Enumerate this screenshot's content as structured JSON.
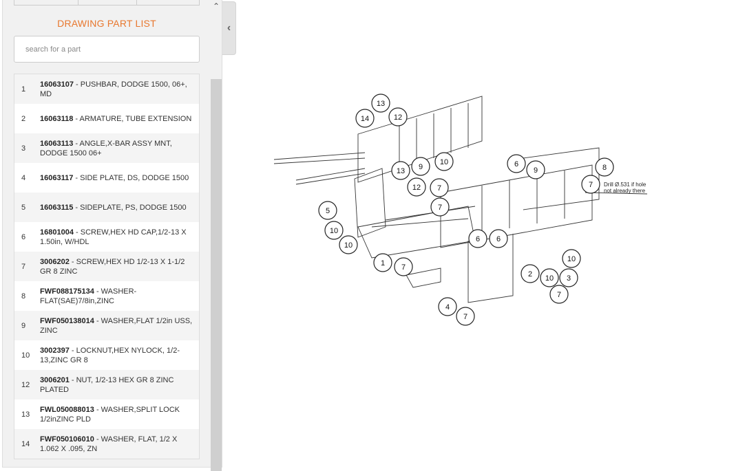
{
  "sidebar": {
    "title": "DRAWING PART LIST",
    "search_placeholder": "search for a part",
    "parts": [
      {
        "no": "1",
        "part": "16063107",
        "desc": " - PUSHBAR, DODGE 1500, 06+, MD"
      },
      {
        "no": "2",
        "part": "16063118",
        "desc": " - ARMATURE, TUBE EXTENSION"
      },
      {
        "no": "3",
        "part": "16063113",
        "desc": " - ANGLE,X-BAR ASSY MNT, DODGE 1500 06+"
      },
      {
        "no": "4",
        "part": "16063117",
        "desc": " - SIDE PLATE, DS, DODGE 1500"
      },
      {
        "no": "5",
        "part": "16063115",
        "desc": " - SIDEPLATE, PS, DODGE 1500"
      },
      {
        "no": "6",
        "part": "16801004",
        "desc": " - SCREW,HEX HD CAP,1/2-13 X 1.50in, W/HDL"
      },
      {
        "no": "7",
        "part": "3006202",
        "desc": " - SCREW,HEX HD 1/2-13 X 1-1/2 GR 8 ZINC"
      },
      {
        "no": "8",
        "part": "FWF088175134",
        "desc": " - WASHER-FLAT(SAE)7/8in,ZINC"
      },
      {
        "no": "9",
        "part": "FWF050138014",
        "desc": " - WASHER,FLAT 1/2in USS, ZINC"
      },
      {
        "no": "10",
        "part": "3002397",
        "desc": " - LOCKNUT,HEX NYLOCK, 1/2-13,ZINC GR 8"
      },
      {
        "no": "12",
        "part": "3006201",
        "desc": " - NUT, 1/2-13 HEX GR 8 ZINC PLATED"
      },
      {
        "no": "13",
        "part": "FWL050088013",
        "desc": " - WASHER,SPLIT LOCK 1/2inZINC PLD"
      },
      {
        "no": "14",
        "part": "FWF050106010",
        "desc": " - WASHER, FLAT, 1/2 X 1.062 X .095, ZN"
      }
    ]
  },
  "drawing": {
    "note_line1": "Drill Ø.531 if hole",
    "note_line2": "not already there",
    "callouts": [
      "13",
      "14",
      "12",
      "9",
      "10",
      "13",
      "12",
      "7",
      "7",
      "6",
      "9",
      "8",
      "7",
      "5",
      "10",
      "10",
      "1",
      "7",
      "6",
      "6",
      "10",
      "2",
      "3",
      "10",
      "7",
      "4",
      "7"
    ]
  },
  "colors": {
    "accent": "#e8772e"
  }
}
